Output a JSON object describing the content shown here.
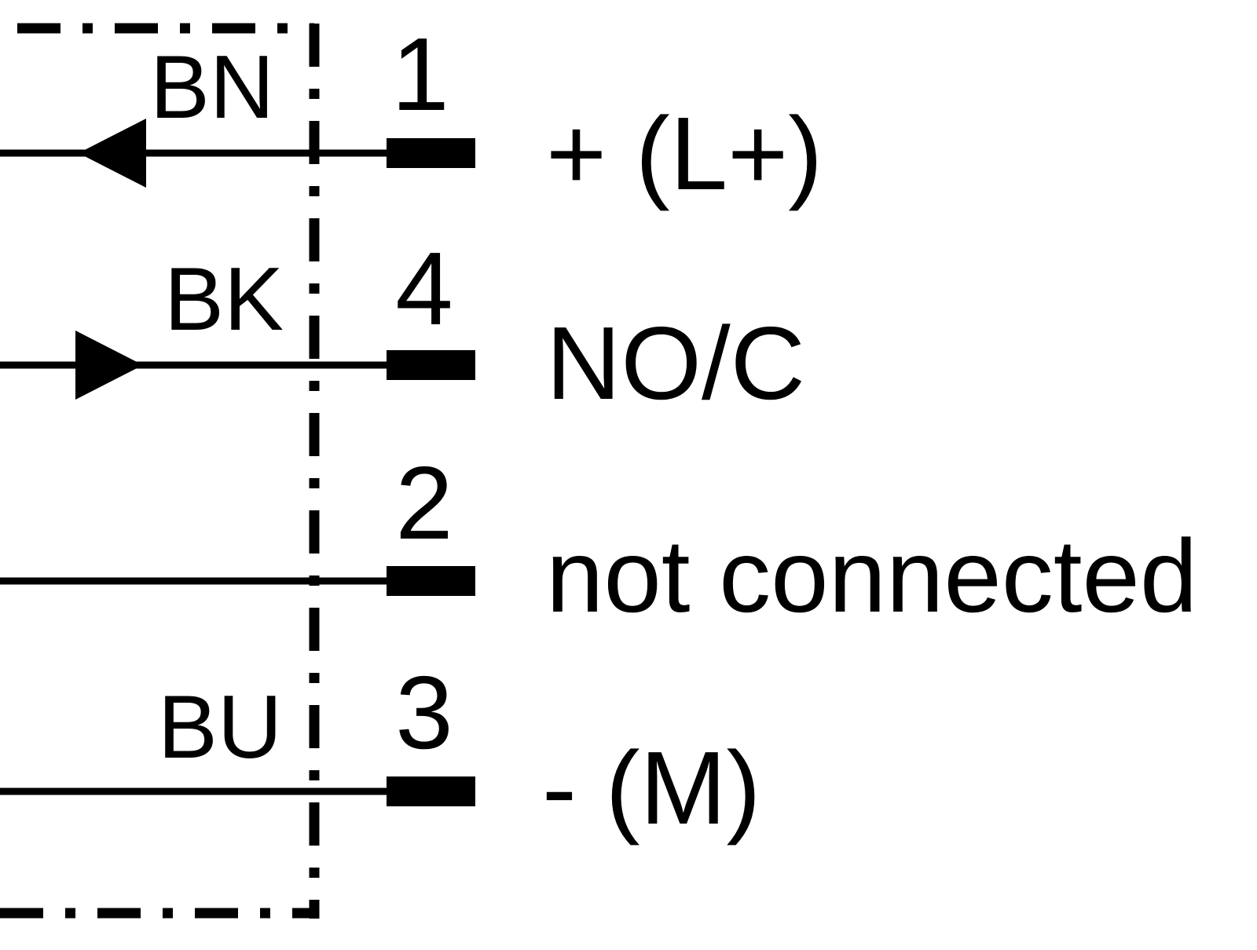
{
  "diagram": {
    "type": "sensor-wiring-pinout",
    "colors": {
      "line": "#000000",
      "background": "#ffffff"
    },
    "wires": [
      {
        "color_code": "BN",
        "pin": "1",
        "signal": "+ (L+)",
        "arrow": "left"
      },
      {
        "color_code": "BK",
        "pin": "4",
        "signal": "NO/C",
        "arrow": "right"
      },
      {
        "color_code": "",
        "pin": "2",
        "signal": "not connected",
        "arrow": "none"
      },
      {
        "color_code": "BU",
        "pin": "3",
        "signal": "- (M)",
        "arrow": "none"
      }
    ]
  }
}
